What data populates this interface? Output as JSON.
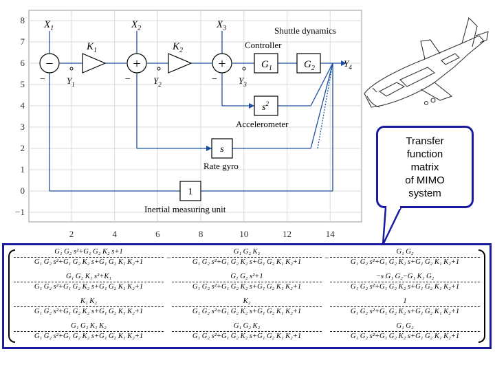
{
  "diagram": {
    "y_ticks": [
      "8",
      "7",
      "6",
      "5",
      "4",
      "3",
      "2",
      "1",
      "0",
      "−1"
    ],
    "x_ticks": [
      "2",
      "4",
      "6",
      "8",
      "10",
      "12",
      "14"
    ],
    "inputs": [
      "X",
      "X",
      "X"
    ],
    "input_subs": [
      "1",
      "2",
      "3"
    ],
    "outputs": [
      "Y",
      "Y",
      "Y",
      "Y"
    ],
    "output_subs": [
      "1",
      "2",
      "3",
      "4"
    ],
    "gains": [
      "K",
      "K"
    ],
    "gain_subs": [
      "1",
      "2"
    ],
    "plants": [
      "G",
      "G"
    ],
    "plant_subs": [
      "1",
      "2"
    ],
    "accel_block": "s",
    "accel_exp": "2",
    "rate_block": "s",
    "imu_block": "1",
    "labels": {
      "shuttle": "Shuttle dynamics",
      "controller": "Controller",
      "accelerometer": "Accelerometer",
      "rate_gyro": "Rate gyro",
      "imu": "Inertial measuring unit"
    },
    "minus": "−",
    "plus": "+"
  },
  "callout": {
    "text": "Transfer\nfunction\nmatrix\nof MIMO\nsystem"
  },
  "matrix": {
    "rows": [
      [
        {
          "sign": "",
          "num": "G₁ G₂ s²+G₁ G₂ K₂ s+1",
          "den": "G₁ G₂ s²+G₁ G₂ K₂ s+G₁ G₂ K₁ K₂+1"
        },
        {
          "sign": "−",
          "num": "G₁ G₂ K₂",
          "den": "G₁ G₂ s²+G₁ G₂ K₂ s+G₁ G₂ K₁ K₂+1"
        },
        {
          "sign": "−",
          "num": "G₁ G₂",
          "den": "G₁ G₂ s²+G₁ G₂ K₂ s+G₁ G₂ K₁ K₂+1"
        }
      ],
      [
        {
          "sign": "",
          "num": "G₁ G₂ K₁ s²+K₁",
          "den": "G₁ G₂ s²+G₁ G₂ K₂ s+G₁ G₂ K₁ K₂+1"
        },
        {
          "sign": "",
          "num": "G₁ G₂ s²+1",
          "den": "G₁ G₂ s²+G₁ G₂ K₂ s+G₁ G₂ K₁ K₂+1"
        },
        {
          "sign": "",
          "num": "−s G₁ G₂−G₁ K₁ G₂",
          "den": "G₁ G₂ s²+G₁ G₂ K₂ s+G₁ G₂ K₁ K₂+1"
        }
      ],
      [
        {
          "sign": "",
          "num": "K₁ K₂",
          "den": "G₁ G₂ s²+G₁ G₂ K₂ s+G₁ G₂ K₁ K₂+1"
        },
        {
          "sign": "",
          "num": "K₂",
          "den": "G₁ G₂ s²+G₁ G₂ K₂ s+G₁ G₂ K₁ K₂+1"
        },
        {
          "sign": "",
          "num": "1",
          "den": "G₁ G₂ s²+G₁ G₂ K₂ s+G₁ G₂ K₁ K₂+1"
        }
      ],
      [
        {
          "sign": "",
          "num": "G₁ G₂ K₁ K₂",
          "den": "G₁ G₂ s²+G₁ G₂ K₂ s+G₁ G₂ K₁ K₂+1"
        },
        {
          "sign": "",
          "num": "G₁ G₂ K₂",
          "den": "G₁ G₂ s²+G₁ G₂ K₂ s+G₁ G₂ K₁ K₂+1"
        },
        {
          "sign": "",
          "num": "G₁ G₂",
          "den": "G₁ G₂ s²+G₁ G₂ K₂ s+G₁ G₂ K₁ K₂+1"
        }
      ]
    ]
  },
  "colors": {
    "frame": "#1a1aa0",
    "grid": "#d9d9d9",
    "signal": "#1a4fa0",
    "ink": "#000000"
  }
}
